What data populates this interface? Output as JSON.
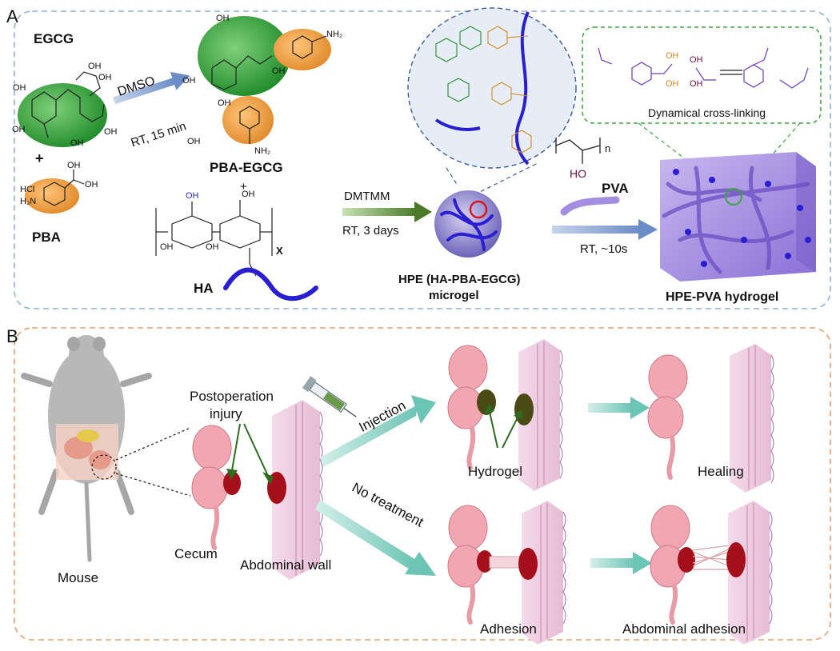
{
  "panel_a": {
    "letter": "A",
    "egcg": "EGCG",
    "plus1": "+",
    "pba": "PBA",
    "hcl": "HCl",
    "h2n": "H₂N",
    "oh": "OH",
    "nh2": "NH₂",
    "dmso": "DMSO",
    "rt15": "RT, 15 min",
    "pba_egcg": "PBA-EGCG",
    "plus2": "+",
    "ha": "HA",
    "x_sub": "X",
    "dmtmm": "DMTMM",
    "rt3": "RT, 3 days",
    "hpe_line1": "HPE (HA-PBA-EGCG)",
    "hpe_line2": "microgel",
    "pva": "PVA",
    "n_sub": "n",
    "ho": "HO",
    "rt10": "RT, ~10s",
    "hydrogel_label": "HPE-PVA hydrogel",
    "crosslink": "Dynamical cross-linking"
  },
  "panel_b": {
    "letter": "B",
    "mouse": "Mouse",
    "postop_1": "Postoperation",
    "postop_2": "injury",
    "cecum": "Cecum",
    "abdominal_wall": "Abdominal wall",
    "injection": "Injection",
    "no_treatment": "No treatment",
    "hydrogel": "Hydrogel",
    "healing": "Healing",
    "adhesion": "Adhesion",
    "abdominal_adhesion": "Abdominal adhesion"
  },
  "colors": {
    "green_blob": "#3aa53a",
    "orange_blob": "#f0a24a",
    "blue_dash": "#8fb4dc",
    "orange_dash": "#e8a070",
    "ha_blue": "#2a1fd0",
    "arrow_teal": "#7fc9bd",
    "tissue_pink": "#f2a6b2",
    "wound_red": "#a3101b",
    "hydrogel_purple": "#a48ee0"
  }
}
